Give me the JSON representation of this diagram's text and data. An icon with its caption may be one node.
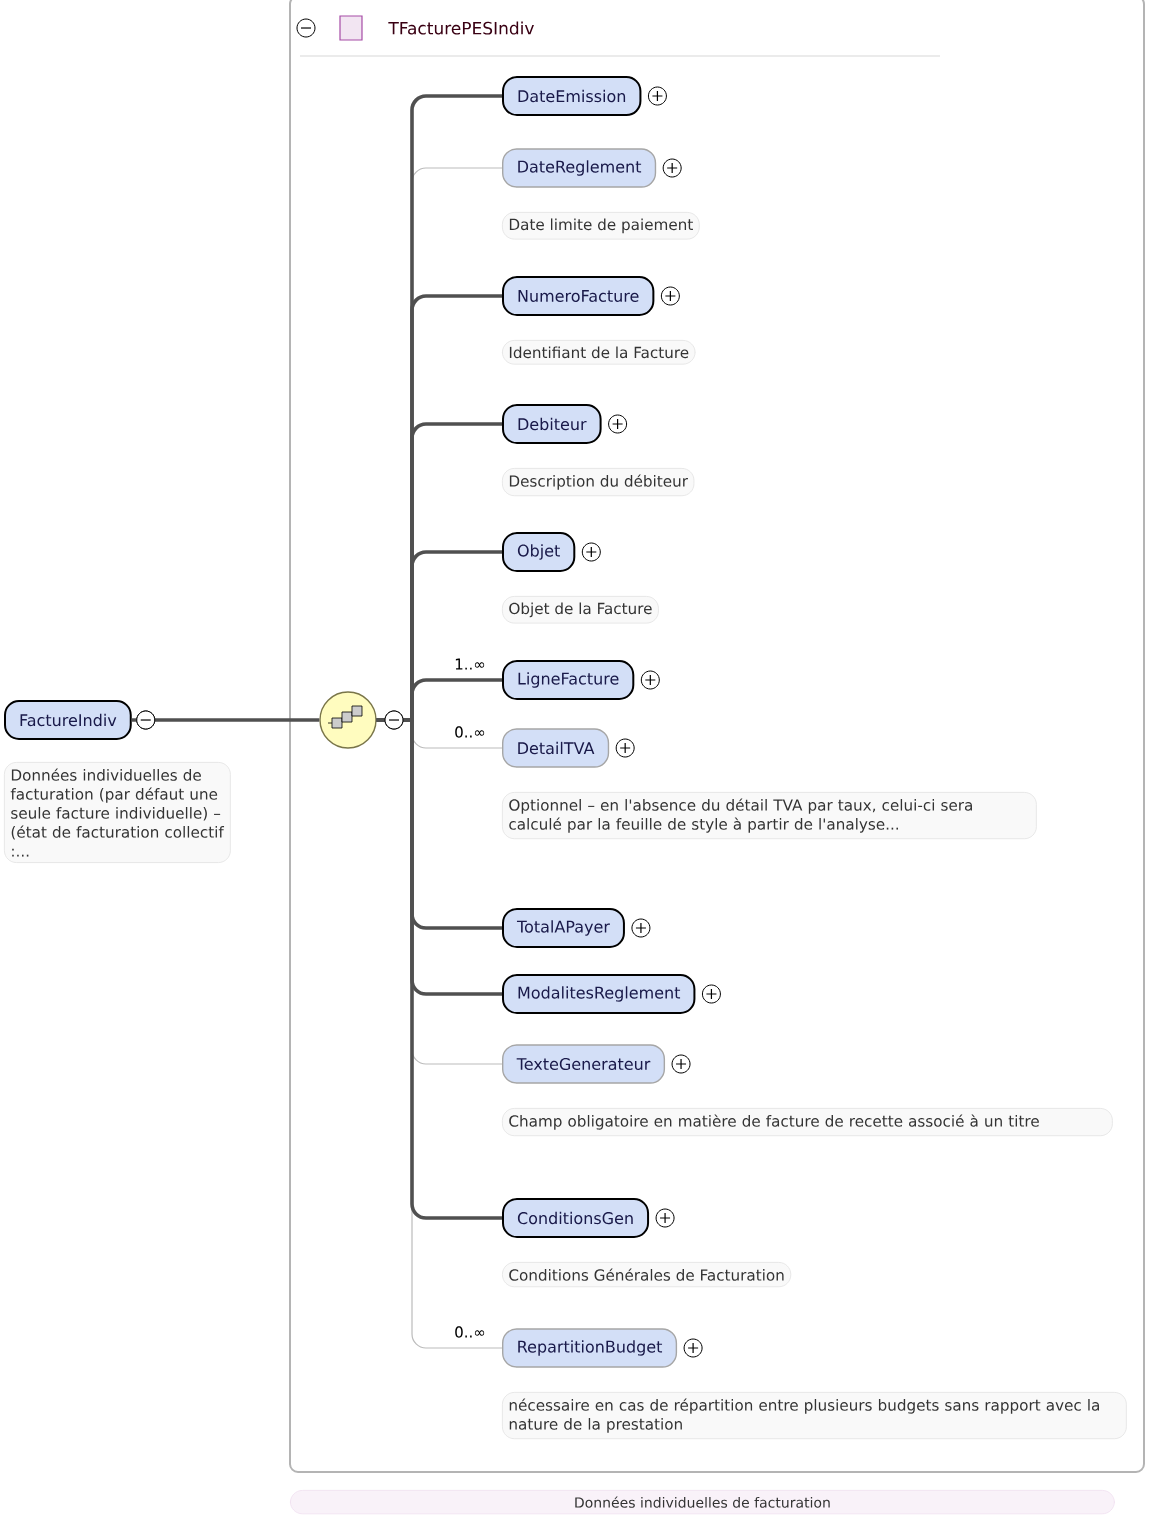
{
  "diagram": {
    "nodes": [
      {
        "text": [
          "FactureIndiv"
        ],
        "beside": [
          "Données individuelles de facturation (par défaut une seule facture individuelle) – (état de facturation collectif :..."
        ]
      },
      {
        "text": [
          "TFacturePESIndiv"
        ],
        "beside": [
          "Données individuelles de facturation"
        ]
      },
      {
        "text": [],
        "shape": "circle",
        "in": 1
      },
      {
        "text": [
          "DateEmission"
        ],
        "in": 1
      },
      {
        "text": [
          "DateReglement"
        ],
        "in": 1,
        "beside": [
          "Date limite de paiement"
        ]
      },
      {
        "text": [
          "NumeroFacture"
        ],
        "in": 1,
        "beside": [
          "Identifiant de la Facture"
        ]
      },
      {
        "text": [
          "Debiteur"
        ],
        "in": 1,
        "beside": [
          "Description du débiteur"
        ]
      },
      {
        "text": [
          "Objet"
        ],
        "in": 1,
        "beside": [
          "Objet de la Facture"
        ]
      },
      {
        "text": [
          "LigneFacture"
        ],
        "in": 1
      },
      {
        "text": [
          "DetailTVA"
        ],
        "in": 1,
        "beside": [
          "Optionnel – en l'absence du détail TVA par taux, celui-ci sera calculé par la feuille de style à partir de l'analyse..."
        ]
      },
      {
        "text": [
          "TotalAPayer"
        ],
        "in": 1
      },
      {
        "text": [
          "ModalitesReglement"
        ],
        "in": 1
      },
      {
        "text": [
          "TexteGenerateur"
        ],
        "in": 1,
        "beside": [
          "Champ obligatoire en matière de facture de recette associé à un titre"
        ]
      },
      {
        "text": [
          "ConditionsGen"
        ],
        "in": 1,
        "beside": [
          "Conditions Générales de Facturation"
        ]
      },
      {
        "text": [
          "RepartitionBudget"
        ],
        "in": 1,
        "beside": [
          "nécessaire en cas de répartition entre plusieurs budgets sans rapport avec la nature de la prestation"
        ]
      }
    ],
    "edges": [
      {
        "from": 0,
        "to": 2,
        "arrow": "none"
      },
      {
        "from": 2,
        "to": 3,
        "arrow": "none"
      },
      {
        "from": 2,
        "to": 4,
        "arrow": "none",
        "color": "#bbbbbb"
      },
      {
        "from": 2,
        "to": 5,
        "arrow": "none"
      },
      {
        "from": 2,
        "to": 6,
        "arrow": "none"
      },
      {
        "from": 2,
        "to": 7,
        "arrow": "none"
      },
      {
        "from": 2,
        "to": 8,
        "arrow": "none",
        "label": "1..∞"
      },
      {
        "from": 2,
        "to": 9,
        "arrow": "none",
        "color": "#bbbbbb",
        "label": "0..∞"
      },
      {
        "from": 2,
        "to": 10,
        "arrow": "none"
      },
      {
        "from": 2,
        "to": 11,
        "arrow": "none"
      },
      {
        "from": 2,
        "to": 12,
        "arrow": "none",
        "color": "#bbbbbb"
      },
      {
        "from": 2,
        "to": 13,
        "arrow": "none"
      },
      {
        "from": 2,
        "to": 14,
        "arrow": "none",
        "color": "#bbbbbb",
        "label": "0..∞"
      }
    ]
  }
}
